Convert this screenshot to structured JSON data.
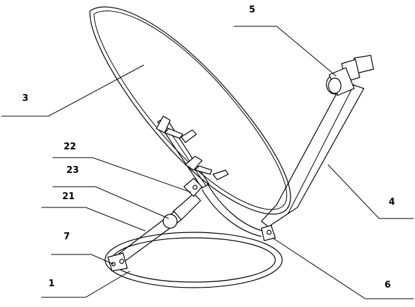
{
  "figure": {
    "labels": {
      "l1": "1",
      "l3": "3",
      "l4": "4",
      "l5": "5",
      "l6": "6",
      "l7": "7",
      "l21": "21",
      "l22": "22",
      "l23": "23"
    }
  }
}
